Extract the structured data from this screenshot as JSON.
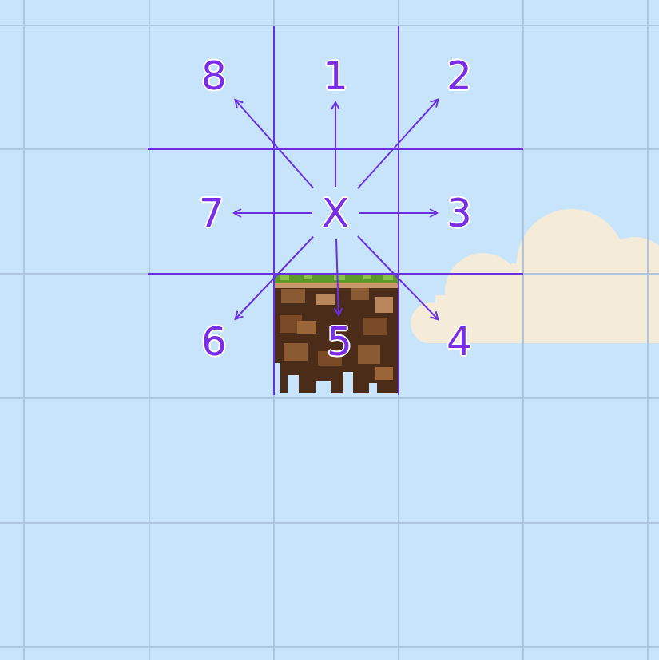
{
  "diagram": {
    "nodes": [
      {
        "text": [
          "8"
        ]
      },
      {
        "text": [
          "1"
        ]
      },
      {
        "text": [
          "2"
        ]
      },
      {
        "text": [
          "7"
        ]
      },
      {
        "text": [
          "X"
        ]
      },
      {
        "text": [
          "3"
        ]
      },
      {
        "text": [
          "6"
        ]
      },
      {
        "text": [
          "5"
        ]
      },
      {
        "text": [
          "4"
        ]
      }
    ],
    "edges": [
      {
        "from": 4,
        "to": 1,
        "arrow": "to"
      },
      {
        "from": 4,
        "to": 2,
        "arrow": "to"
      },
      {
        "from": 4,
        "to": 5,
        "arrow": "to"
      },
      {
        "from": 4,
        "to": 8,
        "arrow": "to"
      },
      {
        "from": 4,
        "to": 7,
        "arrow": "to"
      },
      {
        "from": 4,
        "to": 6,
        "arrow": "to"
      },
      {
        "from": 4,
        "to": 3,
        "arrow": "to"
      },
      {
        "from": 4,
        "to": 0,
        "arrow": "to"
      }
    ]
  }
}
